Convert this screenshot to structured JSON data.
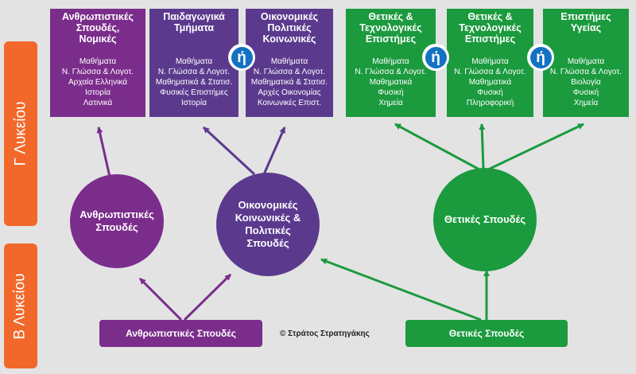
{
  "colors": {
    "orange": "#f2682a",
    "purple": "#7b2d8b",
    "violet": "#5b3a8e",
    "green": "#1b9a3e",
    "badge_blue": "#1372c2"
  },
  "side_labels": {
    "g_lykeiou": "Γ Λυκείου",
    "b_lykeiou": "Β Λυκείου"
  },
  "fields": [
    {
      "title": [
        "Ανθρωπιστικές",
        "Σπουδές,",
        "Νομικές"
      ],
      "subjects": [
        "Μαθήματα",
        "Ν. Γλώσσα & Λογοτ.",
        "Αρχαία Ελληνικά",
        "Ιστορία",
        "Λατινικά"
      ],
      "color": "purple",
      "badge": false
    },
    {
      "title": [
        "Παιδαγωγικά",
        "Τμήματα"
      ],
      "subjects": [
        "Μαθήματα",
        "Ν. Γλώσσα & Λογοτ.",
        "Μαθηματικά & Στατισ.",
        "Φυσικές Επιστήμες",
        "Ιστορία"
      ],
      "color": "violet",
      "badge": true
    },
    {
      "title": [
        "Οικονομικές",
        "Πολιτικές",
        "Κοινωνικές"
      ],
      "subjects": [
        "Μαθήματα",
        "Ν. Γλώσσα & Λογοτ.",
        "Μαθηματικά & Στατισ.",
        "Αρχές Οικονομίας",
        "Κοινωνικές Επιστ."
      ],
      "color": "violet",
      "badge": false
    },
    {
      "title": [
        "Θετικές &",
        "Τεχνολογικές",
        "Επιστήμες"
      ],
      "subjects": [
        "Μαθήματα",
        "Ν. Γλώσσα & Λογοτ.",
        "Μαθηματικά",
        "Φυσική",
        "Χημεία"
      ],
      "color": "green",
      "badge": true
    },
    {
      "title": [
        "Θετικές &",
        "Τεχνολογικές",
        "Επιστήμες"
      ],
      "subjects": [
        "Μαθήματα",
        "Ν. Γλώσσα & Λογοτ.",
        "Μαθηματικά",
        "Φυσική",
        "Πληροφορική"
      ],
      "color": "green",
      "badge": false
    },
    {
      "title": [
        "Επιστήμες Υγείας"
      ],
      "subjects": [
        "Μαθήματα",
        "Ν. Γλώσσα & Λογοτ.",
        "Βιολογία",
        "Φυσική",
        "Χημεία"
      ],
      "color": "green",
      "badge": true
    }
  ],
  "badge_text": "ή",
  "circles": {
    "humanities": [
      "Ανθρωπιστικές",
      "Σπουδές"
    ],
    "economics": [
      "Οικονομικές",
      "Κοινωνικές &",
      "Πολιτικές",
      "Σπουδές"
    ],
    "sciences": [
      "Θετικές Σπουδές"
    ]
  },
  "bottom_boxes": {
    "humanities": "Ανθρωπιστικές Σπουδές",
    "sciences": "Θετικές Σπουδές"
  },
  "copyright": "© Στράτος Στρατηγάκης"
}
